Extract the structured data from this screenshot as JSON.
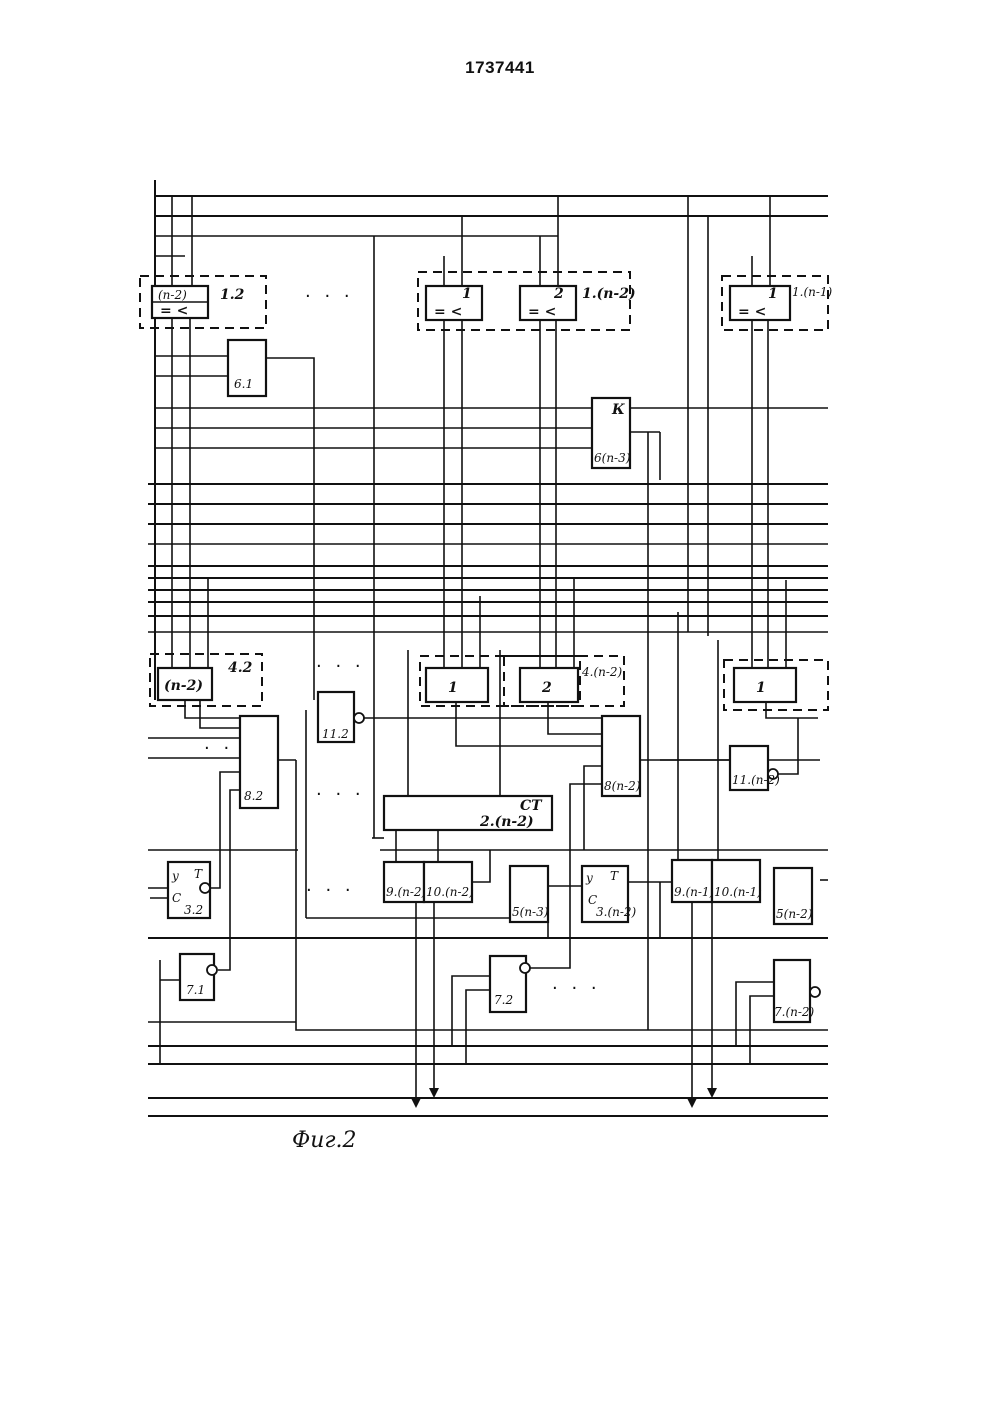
{
  "header": {
    "patent_number": "1737441"
  },
  "caption": "Фиг.2",
  "labels": {
    "cmp_1_2_name": "1.2",
    "cmp_1_2_num": "(n-2)",
    "cmp_sym": "= <",
    "cmp_1_n2_name": "1.(n-2)",
    "cmp_1_n2_num_a": "1",
    "cmp_1_n2_num_b": "2",
    "cmp_1_n1_name": "1.(n-1)",
    "cmp_1_n1_num": "1",
    "blk_6_1": "6.1",
    "blk_6_n3_top": "К",
    "blk_6_n3": "6(n-3)",
    "grp_4_2_name": "4.2",
    "grp_4_2_num": "(n-2)",
    "grp_4_n2_name": "4.(n-2)",
    "grp_4_n2_a": "1",
    "grp_4_n2_b": "2",
    "grp_4_n1_a": "1",
    "blk_11_2": "11.2",
    "blk_8_2": "8.2",
    "blk_8_n2": "8(n-2)",
    "blk_11_n2": "11.(n-2)",
    "ct_title": "CT",
    "ct_name": "2.(n-2)",
    "blk_9_n2": "9.(n-2)",
    "blk_10_n2": "10.(n-2)",
    "blk_5_n3": "5(n-3)",
    "trig_3_2_d": "y",
    "trig_3_2_t": "T",
    "trig_3_2_c": "C",
    "trig_3_2": "3.2",
    "trig_3_n2_d": "y",
    "trig_3_n2_t": "T",
    "trig_3_n2_c": "C",
    "trig_3_n2": "3.(n-2)",
    "blk_9_n1": "9.(n-1)",
    "blk_10_n1": "10.(n-1)",
    "blk_5_n2": "5(n-2)",
    "blk_7_1": "7.1",
    "blk_7_2": "7.2",
    "blk_7_n2": "7.(n-2)",
    "ellipsis": "· · ·"
  }
}
